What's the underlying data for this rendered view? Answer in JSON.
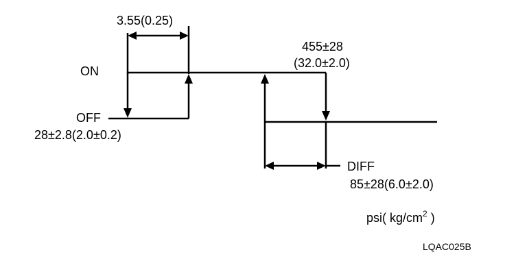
{
  "labels": {
    "on": "ON",
    "off": "OFF",
    "off_value": "28±2.8(2.0±0.2)",
    "top_gap": "3.55(0.25)",
    "on_value_line1": "455±28",
    "on_value_line2": "(32.0±2.0)",
    "diff": "DIFF",
    "diff_value": "85±28(6.0±2.0)",
    "units_prefix": "psi( kg/cm",
    "units_sup": "2",
    "units_suffix": " )",
    "figure_code": "LQAC025B"
  }
}
